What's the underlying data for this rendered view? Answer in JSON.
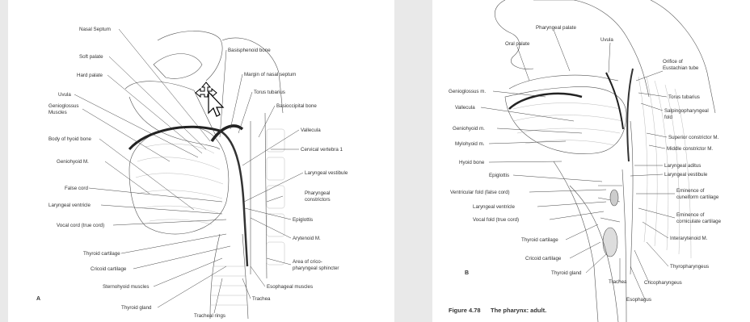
{
  "figure_a": {
    "panel_letter": "A",
    "labels": {
      "nasal_septum": "Nasal Septum",
      "soft_palate": "Soft palate",
      "hard_palate": "Hard palate",
      "uvula": "Uvula",
      "genioglossus_1": "Genioglossus",
      "genioglossus_2": "Muscles",
      "body_hyoid": "Body of hyoid bone",
      "geniohyoid": "Geniohyoid M.",
      "false_cord": "False cord",
      "laryngeal_ventricle": "Laryngeal ventricle",
      "vocal_cord": "Vocal cord (true cord)",
      "thyroid_cartilage": "Thyroid cartilage",
      "cricoid_cartilage": "Cricoid cartilage",
      "sternohyoid": "Sternohyoid muscles",
      "thyroid_gland": "Thyroid gland",
      "tracheal_rings": "Tracheal rings",
      "basisphenoid": "Basisphenoid bone",
      "margin_nasal": "Margin of nasal septum",
      "torus_tubarius": "Torus tubarius",
      "basioccipital": "Basioccipital bone",
      "vallecula": "Vallecula",
      "cervical_vertebra": "Cervical vertebra 1",
      "laryngeal_vestibule": "Laryngeal vestibule",
      "pharyngeal_1": "Pharyngeal",
      "pharyngeal_2": "constrictors",
      "epiglottis": "Epiglottis",
      "arytenoid": "Arytenoid M.",
      "area_crico_1": "Area of crico-",
      "area_crico_2": "pharyngeal sphincter",
      "esophageal": "Esophageal muscles",
      "trachea": "Trachea"
    }
  },
  "figure_b": {
    "panel_letter": "B",
    "caption_number": "Figure 4.78",
    "caption_title": "The pharynx: adult.",
    "labels": {
      "pharyngeal_palate": "Pharyngeal palate",
      "oral_palate": "Oral palate",
      "uvula": "Uvula",
      "orifice_1": "Orifice of",
      "orifice_2": "Eustachian tube",
      "genioglossus": "Genioglossus m.",
      "torus_tubarius": "Torus tubarius",
      "vallecula": "Vallecula",
      "salpingo_1": "Salpingopharyngeal",
      "salpingo_2": "fold",
      "geniohyoid": "Geniohyoid m.",
      "superior_constrictor": "Superior constrictor M.",
      "middle_constrictor": "Middle constrictor M.",
      "mylohyoid": "Mylohyoid m.",
      "laryngeal_aditus": "Laryngeal aditus",
      "hyoid_bone": "Hyoid bone",
      "epiglottis": "Epiglottis",
      "laryngeal_vestibule": "Laryngeal vestibule",
      "ventricular_fold": "Ventricular fold (false cord)",
      "eminence_cuneiform_1": "Eminence of",
      "eminence_cuneiform_2": "cuneiform cartilage",
      "laryngeal_ventricle": "Laryngeal ventricle",
      "eminence_corniculate_1": "Eminence of",
      "eminence_corniculate_2": "corniculate cartilage",
      "vocal_fold": "Vocal fold (true cord)",
      "interarytenoid": "Interarytenoid M.",
      "thyroid_cartilage": "Thyroid cartilage",
      "cricoid_cartilage": "Cricoid cartilage",
      "thyropharyngeus": "Thyropharyngeus",
      "thyroid_gland": "Thyroid gland",
      "trachea": "Trachea",
      "cricopharyngeus": "Cricopharyngeus",
      "esophagus": "Esophagus"
    }
  },
  "cursor": {
    "icon": "move-cursor-icon"
  }
}
